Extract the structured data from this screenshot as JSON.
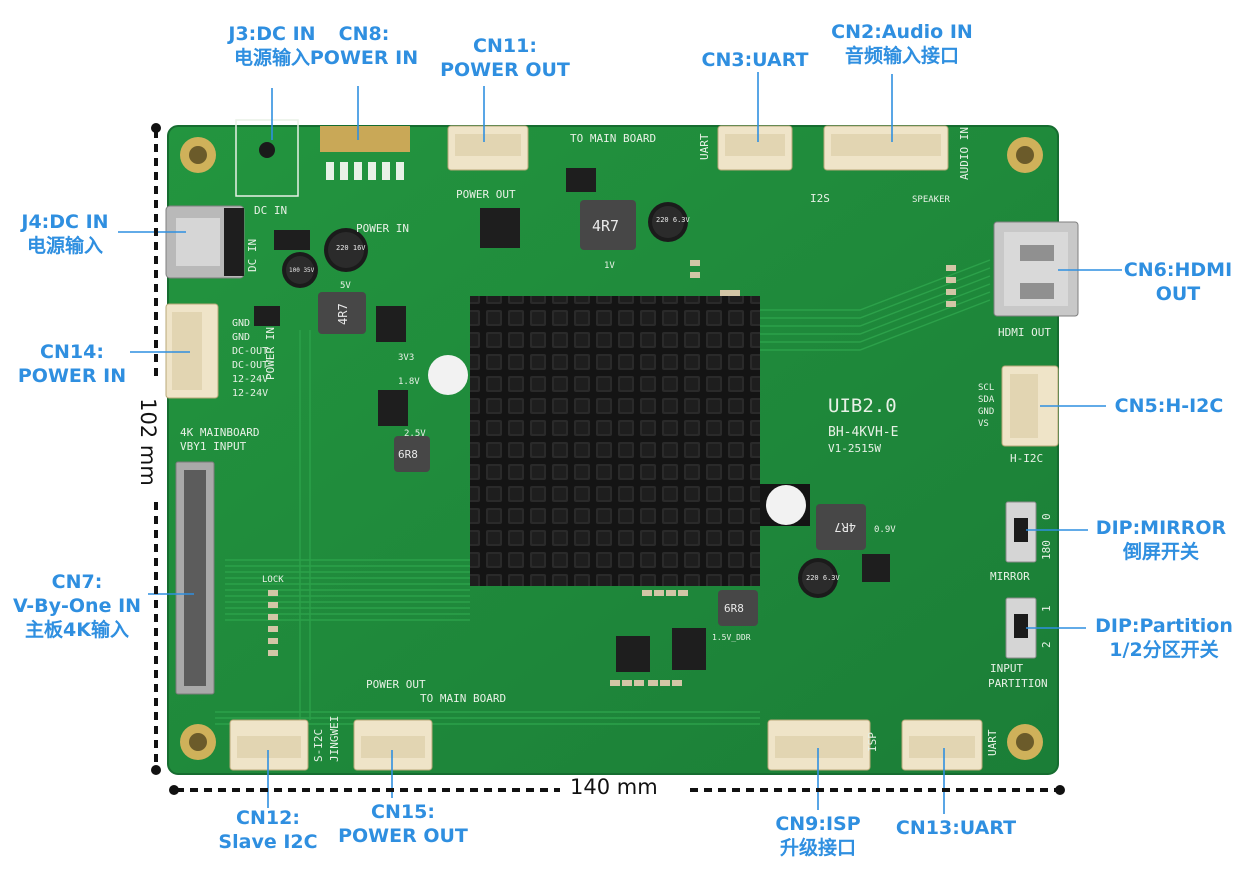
{
  "board": {
    "name": "UIB2.0",
    "model": "BH-4KVH-E",
    "version": "V1-2515W",
    "input_caption_line1": "4K MAINBOARD",
    "input_caption_line2": "VBY1 INPUT",
    "to_main_board_top": "TO MAIN BOARD",
    "to_main_board_bottom": "TO MAIN BOARD",
    "silk_dc_in": "DC IN",
    "silk_power_in": "POWER IN",
    "silk_power_out": "POWER OUT",
    "silk_power_out_bottom": "POWER OUT",
    "silk_hdmi_out": "HDMI OUT",
    "silk_h_i2c": "H-I2C",
    "silk_mirror": "MIRROR",
    "silk_input": "INPUT",
    "silk_partition": "PARTITION",
    "silk_isp": "ISP",
    "silk_uart": "UART",
    "silk_uart_bottom": "UART",
    "silk_audio_in": "AUDIO IN",
    "silk_i2s": "I2S",
    "silk_speaker": "SPEAKER",
    "silk_jingwei": "JINGWEI",
    "silk_s_i2c": "S-I2C",
    "silk_lock": "LOCK",
    "silk_dc_in_side": "DC IN",
    "silk_power_in_side": "POWER IN",
    "inductor_main": "4R7",
    "inductor_left": "4R7",
    "inductor_small": "6R8",
    "inductor_ddr": "6R8",
    "inductor_right": "4R7",
    "cap_top": "220 6.3V",
    "cap_power": "220 16V",
    "cap_power_2": "100 35V",
    "cap_right": "220 6.3V",
    "rail_1v": "1V",
    "rail_5v": "5V",
    "rail_3v3": "3V3",
    "rail_1v8": "1.8V",
    "rail_2v5": "2.5V",
    "rail_09v": "0.9V",
    "rail_ddr": "1.5V_DDR",
    "cn14_pins": [
      "GND",
      "GND",
      "DC-OUT",
      "DC-OUT",
      "12-24V",
      "12-24V"
    ],
    "cn5_pins": [
      "SCL",
      "SDA",
      "GND",
      "VS"
    ],
    "dip_mirror_states": [
      "0",
      "180"
    ],
    "dip_partition_states": [
      "1",
      "2"
    ]
  },
  "callouts": {
    "j3": [
      "J3:DC IN",
      "电源输入"
    ],
    "cn8": [
      "CN8:",
      "POWER IN"
    ],
    "cn11": [
      "CN11:",
      "POWER OUT"
    ],
    "cn3": [
      "CN3:UART"
    ],
    "cn2": [
      "CN2:Audio IN",
      "音频输入接口"
    ],
    "j4": [
      "J4:DC IN",
      "电源输入"
    ],
    "cn6": [
      "CN6:HDMI",
      "OUT"
    ],
    "cn14": [
      "CN14:",
      "POWER IN"
    ],
    "cn5": [
      "CN5:H-I2C"
    ],
    "dip_mirror": [
      "DIP:MIRROR",
      "倒屏开关"
    ],
    "cn7": [
      "CN7:",
      "V-By-One IN",
      "主板4K输入"
    ],
    "dip_partition": [
      "DIP:Partition",
      "1/2分区开关"
    ],
    "cn12": [
      "CN12:",
      "Slave I2C"
    ],
    "cn15": [
      "CN15:",
      "POWER OUT"
    ],
    "cn9": [
      "CN9:ISP",
      "升级接口"
    ],
    "cn13": [
      "CN13:UART"
    ]
  },
  "dimensions": {
    "width": "140 mm",
    "height": "102 mm"
  },
  "colors": {
    "callout": "#2f8fe0",
    "pcb": "#1f8a3e",
    "pcb_edge": "#166c30",
    "silk": "#e8f1e6",
    "heatsink": "#1b1b1b",
    "connector": "#efe4c8"
  }
}
